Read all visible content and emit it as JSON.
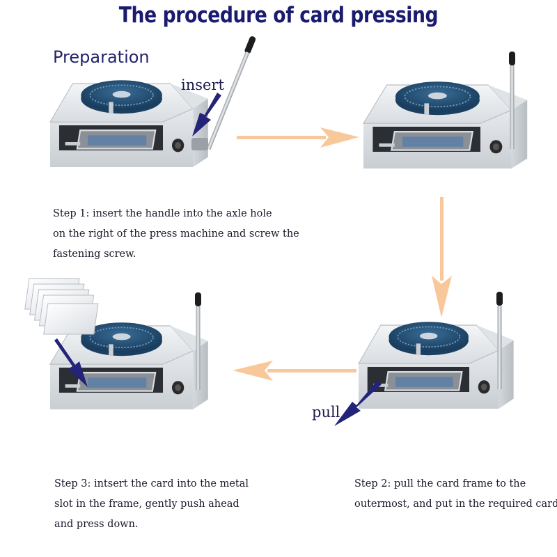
{
  "title": "The procedure of card pressing",
  "preparation_heading": "Preparation",
  "labels": {
    "insert": "insert",
    "pull": "pull"
  },
  "steps": {
    "step1": [
      "Step 1: insert the handle into the axle hole",
      "on the right of the press machine and screw the",
      "fastening screw."
    ],
    "step2": [
      "Step 2: pull the card frame to the",
      "outermost, and put in the required card."
    ],
    "step3": [
      "Step 3: intsert the card into the metal",
      "slot in the frame, gently push ahead",
      "and press down."
    ]
  },
  "colors": {
    "title": "#1a1a6e",
    "flow_arrow": "#f8c89a",
    "action_arrow": "#23237a",
    "dial": "#1f4f78",
    "machine_body": "#e8ecef"
  },
  "icons": [
    "card-press-machine",
    "flow-arrow",
    "action-arrow",
    "blank-card-stack"
  ]
}
